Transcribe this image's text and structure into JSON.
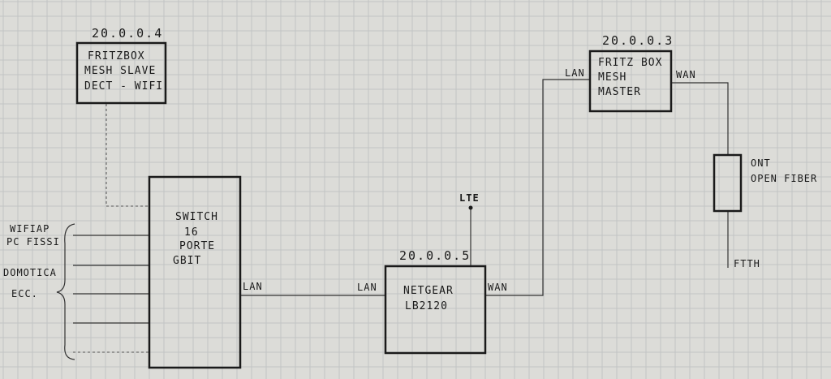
{
  "diagram": {
    "nodes": {
      "slave": {
        "ip": "20.0.0.4",
        "lines": [
          "FRITZBOX",
          "MESH SLAVE",
          "DECT - WIFI"
        ]
      },
      "master": {
        "ip": "20.0.0.3",
        "lines": [
          "FRITZ BOX",
          "MESH",
          "MASTER"
        ]
      },
      "switch": {
        "lines": [
          "SWITCH",
          "16",
          "PORTE",
          "GBIT"
        ]
      },
      "netgear": {
        "ip": "20.0.0.5",
        "lines": [
          "NETGEAR",
          "LB2120"
        ]
      },
      "ont": {
        "lines": [
          "ONT",
          "OPEN FIBER"
        ]
      }
    },
    "port_labels": {
      "master_lan": "LAN",
      "master_wan": "WAN",
      "switch_lan": "LAN",
      "netgear_lan": "LAN",
      "netgear_wan": "WAN",
      "lte": "LTE",
      "ftth": "FTTH"
    },
    "devices_labels": [
      "WIFIAP",
      "PC FISSI",
      "DOMOTICA",
      "ECC."
    ]
  },
  "colors": {
    "ink": "#1a1a1a",
    "paper": "#dcdcd8",
    "grid": "#c2c4c4"
  }
}
